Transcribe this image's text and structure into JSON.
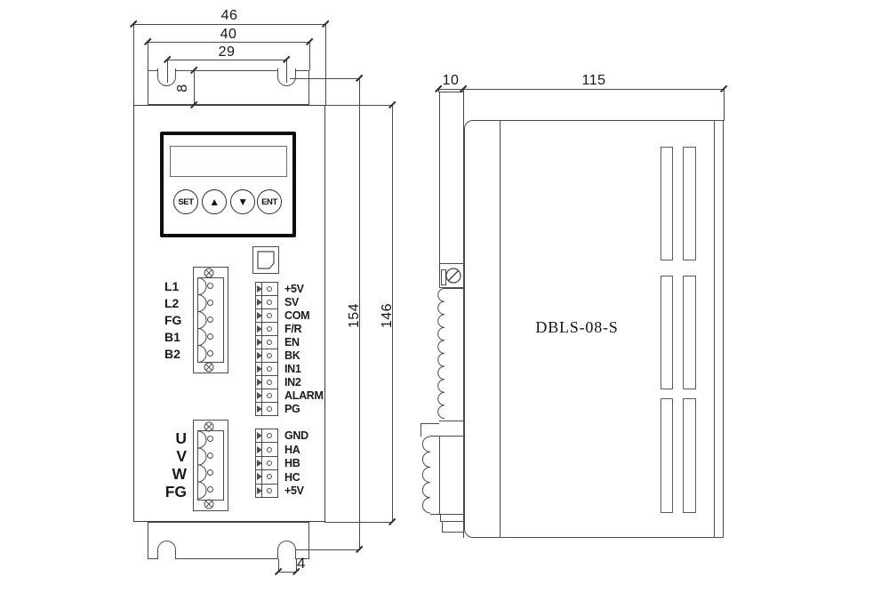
{
  "front_view": {
    "dims": {
      "overall_width": "46",
      "bracket_width": "40",
      "slot_span": "29",
      "bracket_height": "8",
      "mounting_height": "154",
      "body_height": "146",
      "slot_width": "4"
    },
    "display": {
      "set_label": "SET",
      "ent_label": "ENT",
      "up_icon": "▲",
      "down_icon": "▼"
    },
    "power_terminals": [
      "L1",
      "L2",
      "FG",
      "B1",
      "B2"
    ],
    "io_terminals": [
      "+5V",
      "SV",
      "COM",
      "F/R",
      "EN",
      "BK",
      "IN1",
      "IN2",
      "ALARM",
      "PG"
    ],
    "motor_terminals": [
      "U",
      "V",
      "W",
      "FG"
    ],
    "hall_terminals": [
      "GND",
      "HA",
      "HB",
      "HC",
      "+5V"
    ]
  },
  "side_view": {
    "dims": {
      "flange_depth": "10",
      "body_depth": "115"
    },
    "model_label": "DBLS-08-S"
  },
  "colors": {
    "line": "#4a4a4a",
    "panel_border": "#0d0d0d",
    "background": "#ffffff"
  }
}
